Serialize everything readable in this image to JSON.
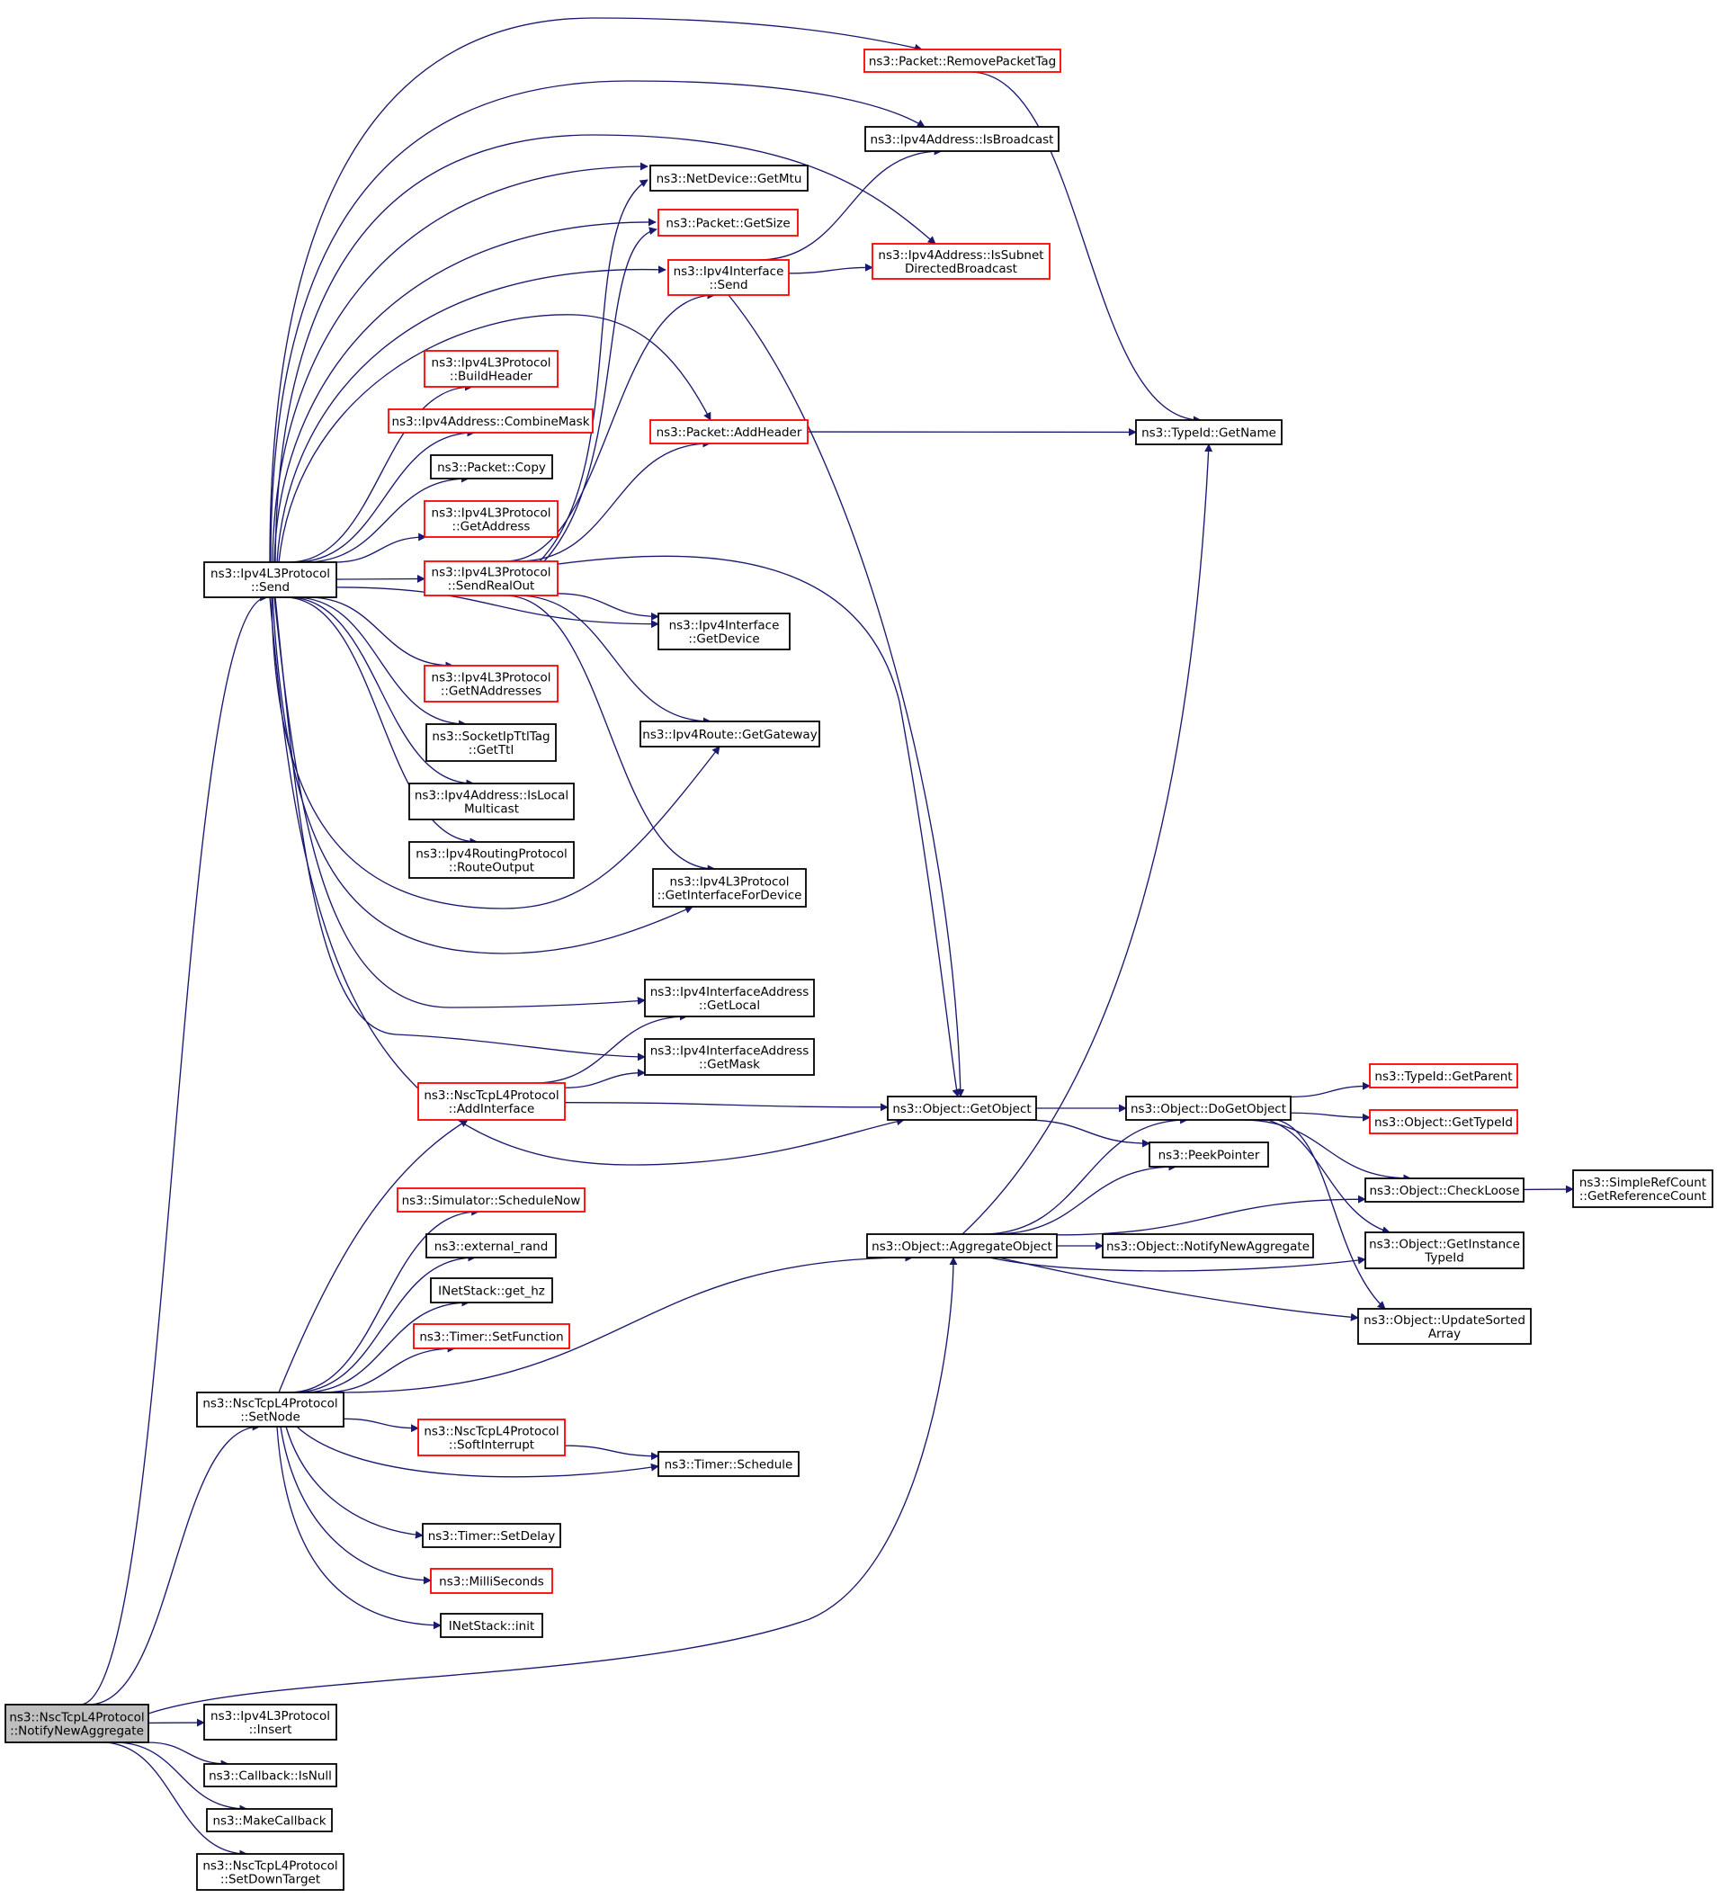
{
  "colors": {
    "edge": "#191970",
    "border_black": "#000000",
    "border_red": "#ff0000",
    "root_fill": "#bfbfbf",
    "fill": "#ffffff"
  },
  "nodes": [
    {
      "id": "root",
      "lines": [
        "ns3::NscTcpL4Protocol",
        "::NotifyNewAggregate"
      ],
      "style": "root"
    },
    {
      "id": "l3send",
      "lines": [
        "ns3::Ipv4L3Protocol",
        "::Send"
      ],
      "style": "black"
    },
    {
      "id": "setnode",
      "lines": [
        "ns3::NscTcpL4Protocol",
        "::SetNode"
      ],
      "style": "black"
    },
    {
      "id": "insert",
      "lines": [
        "ns3::Ipv4L3Protocol",
        "::Insert"
      ],
      "style": "black"
    },
    {
      "id": "isnull",
      "lines": [
        "ns3::Callback::IsNull"
      ],
      "style": "black"
    },
    {
      "id": "makecb",
      "lines": [
        "ns3::MakeCallback"
      ],
      "style": "black"
    },
    {
      "id": "setdown",
      "lines": [
        "ns3::NscTcpL4Protocol",
        "::SetDownTarget"
      ],
      "style": "black"
    },
    {
      "id": "rmtag",
      "lines": [
        "ns3::Packet::RemovePacketTag"
      ],
      "style": "red"
    },
    {
      "id": "isbcast",
      "lines": [
        "ns3::Ipv4Address::IsBroadcast"
      ],
      "style": "black"
    },
    {
      "id": "getmtu",
      "lines": [
        "ns3::NetDevice::GetMtu"
      ],
      "style": "black"
    },
    {
      "id": "getsize",
      "lines": [
        "ns3::Packet::GetSize"
      ],
      "style": "red"
    },
    {
      "id": "issubnet",
      "lines": [
        "ns3::Ipv4Address::IsSubnet",
        "DirectedBroadcast"
      ],
      "style": "red"
    },
    {
      "id": "ifsend",
      "lines": [
        "ns3::Ipv4Interface",
        "::Send"
      ],
      "style": "red"
    },
    {
      "id": "buildhdr",
      "lines": [
        "ns3::Ipv4L3Protocol",
        "::BuildHeader"
      ],
      "style": "red"
    },
    {
      "id": "combmask",
      "lines": [
        "ns3::Ipv4Address::CombineMask"
      ],
      "style": "red"
    },
    {
      "id": "addhdr",
      "lines": [
        "ns3::Packet::AddHeader"
      ],
      "style": "red"
    },
    {
      "id": "getname",
      "lines": [
        "ns3::TypeId::GetName"
      ],
      "style": "black"
    },
    {
      "id": "pcopy",
      "lines": [
        "ns3::Packet::Copy"
      ],
      "style": "black"
    },
    {
      "id": "getaddr",
      "lines": [
        "ns3::Ipv4L3Protocol",
        "::GetAddress"
      ],
      "style": "red"
    },
    {
      "id": "sendreal",
      "lines": [
        "ns3::Ipv4L3Protocol",
        "::SendRealOut"
      ],
      "style": "red"
    },
    {
      "id": "getdev",
      "lines": [
        "ns3::Ipv4Interface",
        "::GetDevice"
      ],
      "style": "black"
    },
    {
      "id": "getnaddr",
      "lines": [
        "ns3::Ipv4L3Protocol",
        "::GetNAddresses"
      ],
      "style": "red"
    },
    {
      "id": "getgw",
      "lines": [
        "ns3::Ipv4Route::GetGateway"
      ],
      "style": "black"
    },
    {
      "id": "getttl",
      "lines": [
        "ns3::SocketIpTtlTag",
        "::GetTtl"
      ],
      "style": "black"
    },
    {
      "id": "islocal",
      "lines": [
        "ns3::Ipv4Address::IsLocal",
        "Multicast"
      ],
      "style": "black"
    },
    {
      "id": "routeout",
      "lines": [
        "ns3::Ipv4RoutingProtocol",
        "::RouteOutput"
      ],
      "style": "black"
    },
    {
      "id": "getiffordev",
      "lines": [
        "ns3::Ipv4L3Protocol",
        "::GetInterfaceForDevice"
      ],
      "style": "black"
    },
    {
      "id": "getlocal",
      "lines": [
        "ns3::Ipv4InterfaceAddress",
        "::GetLocal"
      ],
      "style": "black"
    },
    {
      "id": "getmask",
      "lines": [
        "ns3::Ipv4InterfaceAddress",
        "::GetMask"
      ],
      "style": "black"
    },
    {
      "id": "addiface",
      "lines": [
        "ns3::NscTcpL4Protocol",
        "::AddInterface"
      ],
      "style": "red"
    },
    {
      "id": "getobj",
      "lines": [
        "ns3::Object::GetObject"
      ],
      "style": "black"
    },
    {
      "id": "dogetobj",
      "lines": [
        "ns3::Object::DoGetObject"
      ],
      "style": "black"
    },
    {
      "id": "getparent",
      "lines": [
        "ns3::TypeId::GetParent"
      ],
      "style": "red"
    },
    {
      "id": "gettypeid",
      "lines": [
        "ns3::Object::GetTypeId"
      ],
      "style": "red"
    },
    {
      "id": "peekptr",
      "lines": [
        "ns3::PeekPointer"
      ],
      "style": "black"
    },
    {
      "id": "checkloose",
      "lines": [
        "ns3::Object::CheckLoose"
      ],
      "style": "black"
    },
    {
      "id": "getrefcount",
      "lines": [
        "ns3::SimpleRefCount",
        "::GetReferenceCount"
      ],
      "style": "black"
    },
    {
      "id": "schednow",
      "lines": [
        "ns3::Simulator::ScheduleNow"
      ],
      "style": "red"
    },
    {
      "id": "extrand",
      "lines": [
        "ns3::external_rand"
      ],
      "style": "black"
    },
    {
      "id": "aggobj",
      "lines": [
        "ns3::Object::AggregateObject"
      ],
      "style": "black"
    },
    {
      "id": "notifyagg",
      "lines": [
        "ns3::Object::NotifyNewAggregate"
      ],
      "style": "black"
    },
    {
      "id": "getinsttid",
      "lines": [
        "ns3::Object::GetInstance",
        "TypeId"
      ],
      "style": "black"
    },
    {
      "id": "gethz",
      "lines": [
        "INetStack::get_hz"
      ],
      "style": "black"
    },
    {
      "id": "setfunc",
      "lines": [
        "ns3::Timer::SetFunction"
      ],
      "style": "red"
    },
    {
      "id": "updsorted",
      "lines": [
        "ns3::Object::UpdateSorted",
        "Array"
      ],
      "style": "black"
    },
    {
      "id": "softint",
      "lines": [
        "ns3::NscTcpL4Protocol",
        "::SoftInterrupt"
      ],
      "style": "red"
    },
    {
      "id": "tschedule",
      "lines": [
        "ns3::Timer::Schedule"
      ],
      "style": "black"
    },
    {
      "id": "setdelay",
      "lines": [
        "ns3::Timer::SetDelay"
      ],
      "style": "black"
    },
    {
      "id": "millis",
      "lines": [
        "ns3::MilliSeconds"
      ],
      "style": "red"
    },
    {
      "id": "init",
      "lines": [
        "INetStack::init"
      ],
      "style": "black"
    }
  ],
  "edges": [
    [
      "root",
      "l3send"
    ],
    [
      "root",
      "setnode"
    ],
    [
      "root",
      "aggobj"
    ],
    [
      "root",
      "insert"
    ],
    [
      "root",
      "isnull"
    ],
    [
      "root",
      "makecb"
    ],
    [
      "root",
      "setdown"
    ],
    [
      "l3send",
      "rmtag"
    ],
    [
      "l3send",
      "isbcast"
    ],
    [
      "l3send",
      "getmtu"
    ],
    [
      "l3send",
      "getsize"
    ],
    [
      "l3send",
      "issubnet"
    ],
    [
      "l3send",
      "ifsend"
    ],
    [
      "l3send",
      "addhdr"
    ],
    [
      "l3send",
      "buildhdr"
    ],
    [
      "l3send",
      "combmask"
    ],
    [
      "l3send",
      "pcopy"
    ],
    [
      "l3send",
      "getaddr"
    ],
    [
      "l3send",
      "sendreal"
    ],
    [
      "l3send",
      "getdev"
    ],
    [
      "l3send",
      "getnaddr"
    ],
    [
      "l3send",
      "getttl"
    ],
    [
      "l3send",
      "islocal"
    ],
    [
      "l3send",
      "routeout"
    ],
    [
      "l3send",
      "getgw"
    ],
    [
      "l3send",
      "getiffordev"
    ],
    [
      "l3send",
      "getlocal"
    ],
    [
      "l3send",
      "getmask"
    ],
    [
      "l3send",
      "getobj"
    ],
    [
      "rmtag",
      "getname"
    ],
    [
      "addhdr",
      "getname"
    ],
    [
      "ifsend",
      "isbcast"
    ],
    [
      "ifsend",
      "issubnet"
    ],
    [
      "ifsend",
      "getobj"
    ],
    [
      "sendreal",
      "getmtu"
    ],
    [
      "sendreal",
      "getsize"
    ],
    [
      "sendreal",
      "ifsend"
    ],
    [
      "sendreal",
      "addhdr"
    ],
    [
      "sendreal",
      "getdev"
    ],
    [
      "sendreal",
      "getgw"
    ],
    [
      "sendreal",
      "getiffordev"
    ],
    [
      "sendreal",
      "getobj"
    ],
    [
      "setnode",
      "addiface"
    ],
    [
      "setnode",
      "schednow"
    ],
    [
      "setnode",
      "extrand"
    ],
    [
      "setnode",
      "gethz"
    ],
    [
      "setnode",
      "setfunc"
    ],
    [
      "setnode",
      "aggobj"
    ],
    [
      "setnode",
      "softint"
    ],
    [
      "setnode",
      "tschedule"
    ],
    [
      "setnode",
      "setdelay"
    ],
    [
      "setnode",
      "millis"
    ],
    [
      "setnode",
      "init"
    ],
    [
      "addiface",
      "getlocal"
    ],
    [
      "addiface",
      "getmask"
    ],
    [
      "addiface",
      "getobj"
    ],
    [
      "softint",
      "tschedule"
    ],
    [
      "getobj",
      "dogetobj"
    ],
    [
      "getobj",
      "peekptr"
    ],
    [
      "dogetobj",
      "getparent"
    ],
    [
      "dogetobj",
      "gettypeid"
    ],
    [
      "dogetobj",
      "checkloose"
    ],
    [
      "dogetobj",
      "getinsttid"
    ],
    [
      "dogetobj",
      "updsorted"
    ],
    [
      "aggobj",
      "getname"
    ],
    [
      "aggobj",
      "dogetobj"
    ],
    [
      "aggobj",
      "peekptr"
    ],
    [
      "aggobj",
      "checkloose"
    ],
    [
      "aggobj",
      "notifyagg"
    ],
    [
      "aggobj",
      "getinsttid"
    ],
    [
      "aggobj",
      "updsorted"
    ],
    [
      "checkloose",
      "getrefcount"
    ]
  ]
}
